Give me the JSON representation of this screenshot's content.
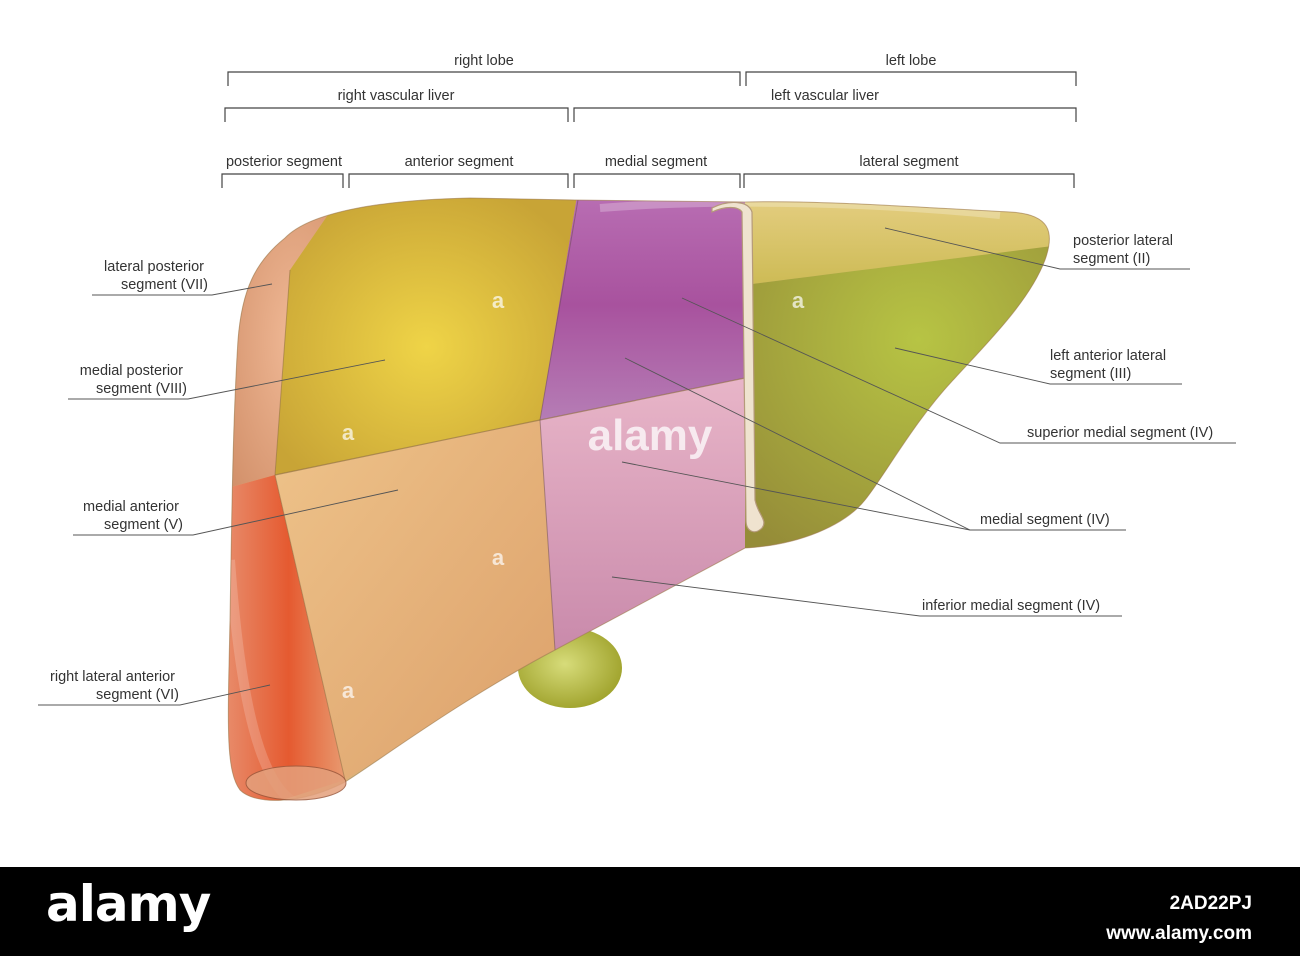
{
  "brackets": {
    "right_lobe": "right lobe",
    "left_lobe": "left lobe",
    "right_vascular_liver": "right vascular liver",
    "left_vascular_liver": "left vascular liver",
    "posterior_segment": "posterior segment",
    "anterior_segment": "anterior segment",
    "medial_segment": "medial segment",
    "lateral_segment": "lateral segment"
  },
  "left_labels": {
    "lateral_posterior": [
      "lateral posterior",
      "segment (VII)"
    ],
    "medial_posterior": [
      "medial posterior",
      "segment (VIII)"
    ],
    "medial_anterior": [
      "medial anterior",
      "segment (V)"
    ],
    "right_lateral_anterior": [
      "right lateral anterior",
      "segment (VI)"
    ]
  },
  "right_labels": {
    "posterior_lateral": [
      "posterior lateral",
      "segment (II)"
    ],
    "left_anterior_lateral": [
      "left anterior lateral",
      "segment (III)"
    ],
    "superior_medial": "superior medial segment (IV)",
    "medial_iv": "medial segment (IV)",
    "inferior_medial": "inferior medial segment (IV)"
  },
  "watermark": {
    "center_text": "alamy",
    "small_mark": "a"
  },
  "footer": {
    "logo": "alamy",
    "image_id": "2AD22PJ",
    "site": "www.alamy.com"
  },
  "colors": {
    "segment_VII": "#e6a47e",
    "segment_VIII": "#dcbb3a",
    "segment_V": "#e8b27a",
    "segment_VI": "#e07050",
    "segment_IV_superior": "#b05aa6",
    "segment_IV_inferior": "#d99ab8",
    "segment_II": "#d2b564",
    "segment_III": "#aaa83a",
    "gallbladder": "#b4b832",
    "ligament": "#efe3cf"
  }
}
